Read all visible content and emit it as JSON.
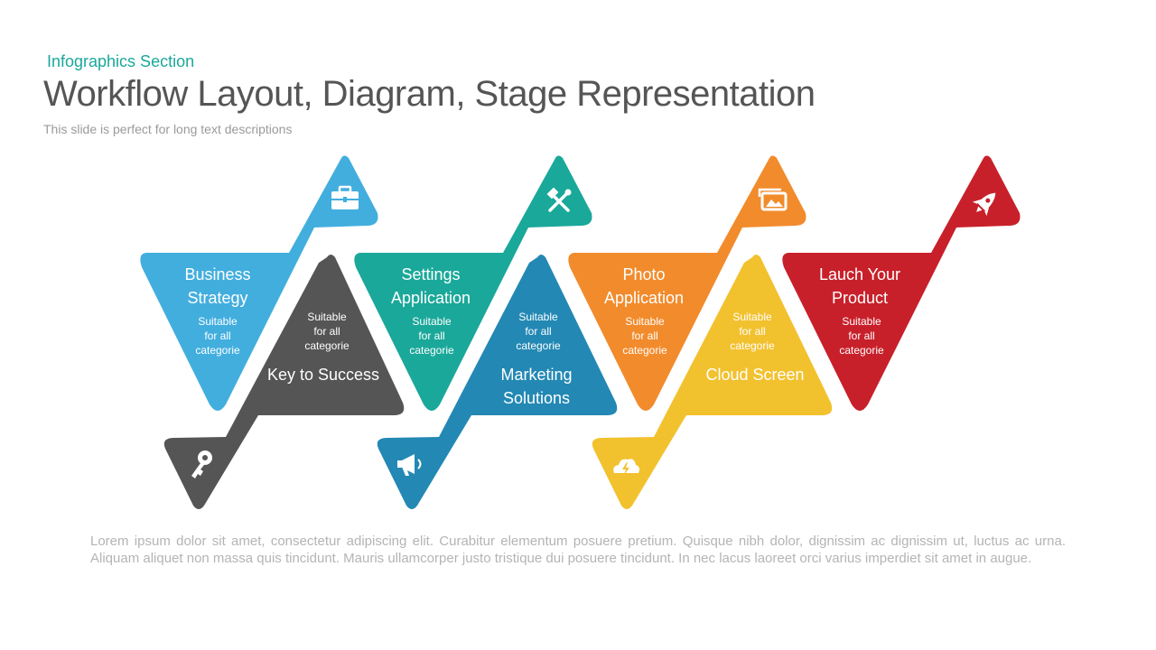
{
  "header": {
    "section": "Infographics  Section",
    "title": "Workflow Layout, Diagram, Stage Representation",
    "subtitle": "This slide is perfect for long text descriptions"
  },
  "stages": [
    {
      "title_line1": "Business",
      "title_line2": "Strategy",
      "desc_line1": "Suitable",
      "desc_line2": "for all",
      "desc_line3": "categorie",
      "color": "#42aede",
      "icon": "briefcase-icon"
    },
    {
      "title_line1": "Key to Success",
      "title_line2": "",
      "desc_line1": "Suitable",
      "desc_line2": "for all",
      "desc_line3": "categorie",
      "color": "#555555",
      "icon": "key-icon"
    },
    {
      "title_line1": "Settings",
      "title_line2": "Application",
      "desc_line1": "Suitable",
      "desc_line2": "for all",
      "desc_line3": "categorie",
      "color": "#1aa89a",
      "icon": "tools-icon"
    },
    {
      "title_line1": "Marketing",
      "title_line2": "Solutions",
      "desc_line1": "Suitable",
      "desc_line2": "for all",
      "desc_line3": "categorie",
      "color": "#2388b4",
      "icon": "megaphone-icon"
    },
    {
      "title_line1": "Photo",
      "title_line2": "Application",
      "desc_line1": "Suitable",
      "desc_line2": "for all",
      "desc_line3": "categorie",
      "color": "#f28b2c",
      "icon": "photo-icon"
    },
    {
      "title_line1": "Cloud Screen",
      "title_line2": "",
      "desc_line1": "Suitable",
      "desc_line2": "for all",
      "desc_line3": "categorie",
      "color": "#f2c12e",
      "icon": "cloud-icon"
    },
    {
      "title_line1": "Lauch Your",
      "title_line2": "Product",
      "desc_line1": "Suitable",
      "desc_line2": "for all",
      "desc_line3": "categorie",
      "color": "#c8202a",
      "icon": "rocket-icon"
    }
  ],
  "body": {
    "text": "Lorem ipsum dolor sit amet, consectetur adipiscing elit. Curabitur elementum posuere pretium. Quisque nibh dolor, dignissim ac dignissim ut, luctus ac urna. Aliquam aliquet non massa quis tincidunt. Mauris ullamcorper justo tristique dui posuere tincidunt. In nec lacus laoreet orci varius imperdiet sit amet in augue."
  }
}
